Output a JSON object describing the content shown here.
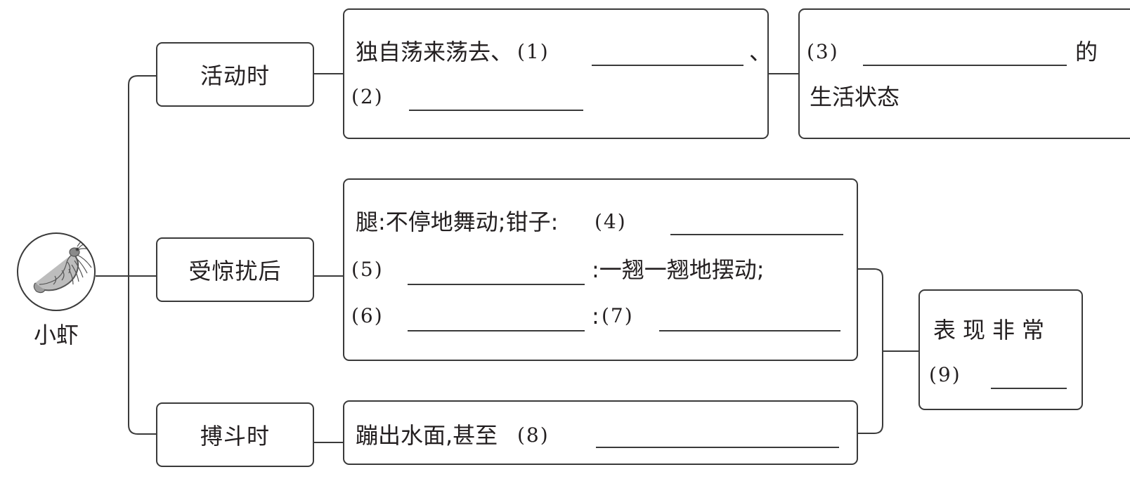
{
  "center": {
    "label": "小虾",
    "icon": "shrimp-icon"
  },
  "branches": {
    "activity": {
      "label": "活动时",
      "line1_text": "独自荡来荡去、",
      "blank1_num": "(1)",
      "line1_tail": "、",
      "blank2_num": "(2)"
    },
    "disturbed": {
      "label": "受惊扰后",
      "line1_text": "腿:不停地舞动;钳子:",
      "blank4_num": "(4)",
      "blank5_num": "(5)",
      "line2_text": ":一翘一翘地摆动;",
      "blank6_num": "(6)",
      "line3_colon": ":",
      "blank7_num": "(7)"
    },
    "fighting": {
      "label": "搏斗时",
      "line1_text": "蹦出水面,甚至",
      "blank8_num": "(8)"
    }
  },
  "results": {
    "life_state": {
      "blank3_num": "(3)",
      "tail": "的",
      "line2_text": "生活状态"
    },
    "performance": {
      "line1_text": "表现非常",
      "blank9_num": "(9)"
    }
  },
  "colors": {
    "line": "#3a3a3a",
    "text": "#231f20",
    "background": "#ffffff"
  }
}
